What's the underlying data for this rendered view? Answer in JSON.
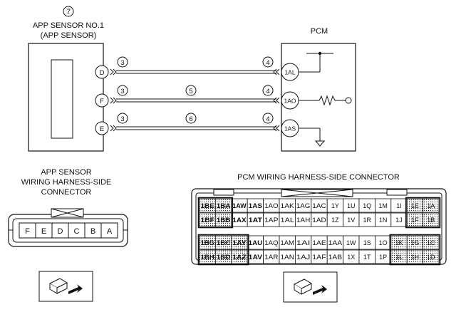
{
  "sensor": {
    "ref_num": "7",
    "title_line1": "APP SENSOR NO.1",
    "title_line2": "(APP SENSOR)",
    "pins": [
      "D",
      "F",
      "E"
    ]
  },
  "wires": [
    {
      "from_pin": "D",
      "to_pin": "1AL",
      "left_tag": "3",
      "mid_tag": "",
      "right_tag": "4"
    },
    {
      "from_pin": "F",
      "to_pin": "1AO",
      "left_tag": "3",
      "mid_tag": "5",
      "right_tag": "4"
    },
    {
      "from_pin": "E",
      "to_pin": "1AS",
      "left_tag": "3",
      "mid_tag": "6",
      "right_tag": "4"
    }
  ],
  "pcm": {
    "title": "PCM",
    "pins": [
      "1AL",
      "1AO",
      "1AS"
    ]
  },
  "app_connector": {
    "title_line1": "APP SENSOR",
    "title_line2": "WIRING HARNESS-SIDE",
    "title_line3": "CONNECTOR",
    "pins": [
      "F",
      "E",
      "D",
      "C",
      "B",
      "A"
    ]
  },
  "pcm_connector": {
    "title": "PCM WIRING HARNESS-SIDE CONNECTOR",
    "rows": [
      [
        "1BE",
        "1BA",
        "1AW",
        "1AS",
        "1AO",
        "1AK",
        "1AG",
        "1AC",
        "1Y",
        "1U",
        "1Q",
        "1M",
        "1I",
        "1E",
        "1A"
      ],
      [
        "1BF",
        "1BB",
        "1AX",
        "1AT",
        "1AP",
        "1AL",
        "1AH",
        "1AD",
        "1Z",
        "1V",
        "1R",
        "1N",
        "1J",
        "1F",
        "1B"
      ],
      [
        "1BG",
        "1BC",
        "1AY",
        "1AU",
        "1AQ",
        "1AM",
        "1AI",
        "1AE",
        "1AA",
        "1W",
        "1S",
        "1O",
        "1K",
        "1G",
        "1C"
      ],
      [
        "1BH",
        "1BD",
        "1AZ",
        "1AV",
        "1AR",
        "1AN",
        "1AJ",
        "1AF",
        "1AB",
        "1X",
        "1T",
        "1P",
        "1L",
        "1H",
        "1D"
      ]
    ]
  }
}
